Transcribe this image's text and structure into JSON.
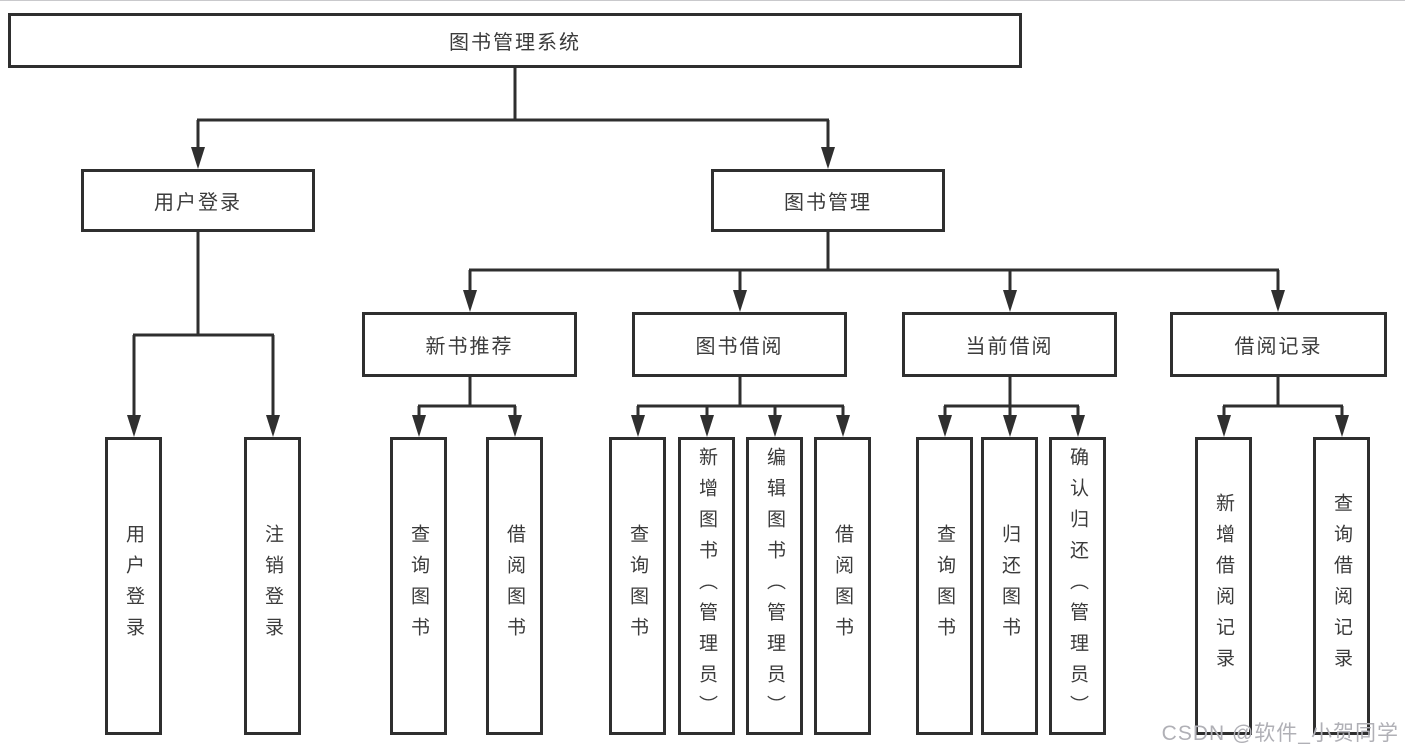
{
  "tree": {
    "root": "图书管理系统",
    "level1": [
      {
        "label": "用户登录",
        "leaves": [
          "用户登录",
          "注销登录"
        ]
      },
      {
        "label": "图书管理",
        "children": [
          {
            "label": "新书推荐",
            "leaves": [
              "查询图书",
              "借阅图书"
            ]
          },
          {
            "label": "图书借阅",
            "leaves": [
              "查询图书",
              "新增图书（管理员）",
              "编辑图书（管理员）",
              "借阅图书"
            ]
          },
          {
            "label": "当前借阅",
            "leaves": [
              "查询图书",
              "归还图书",
              "确认归还（管理员）"
            ]
          },
          {
            "label": "借阅记录",
            "leaves": [
              "新增借阅记录",
              "查询借阅记录"
            ]
          }
        ]
      }
    ]
  },
  "watermark": "CSDN @软件_小贺同学",
  "colors": {
    "line": "#2f2f2f",
    "text": "#3b3b3b",
    "watermark": "#b0b0b6",
    "background": "#ffffff"
  }
}
